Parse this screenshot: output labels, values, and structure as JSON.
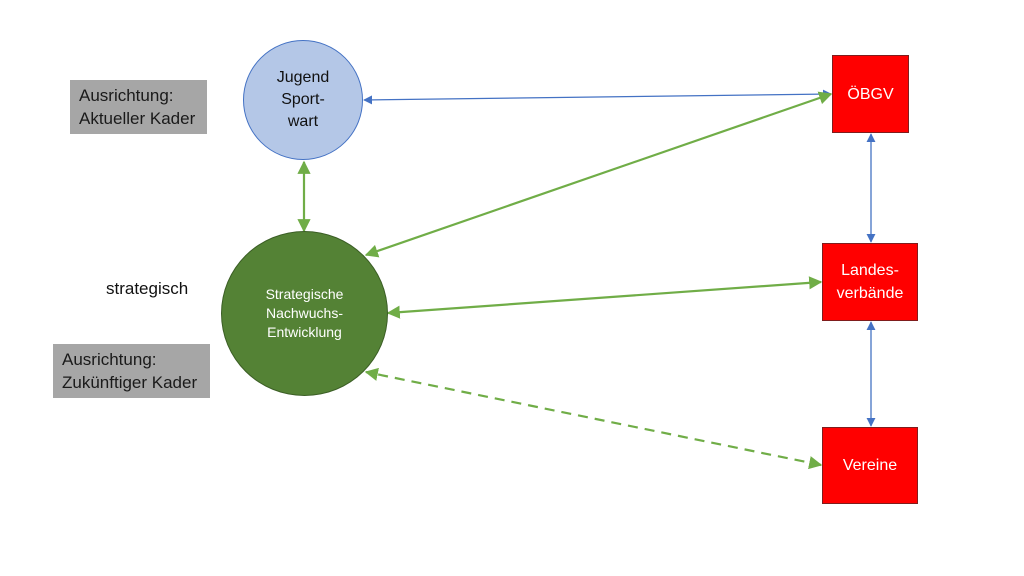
{
  "labels": {
    "aktuell": "Ausrichtung:\nAktueller Kader",
    "zukunft": "Ausrichtung:\nZukünftiger Kader",
    "strategisch": "strategisch"
  },
  "nodes": {
    "jugend": "Jugend\nSport-\nwart",
    "strategie": "Strategische\nNachwuchs-\nEntwicklung",
    "oebgv": "ÖBGV",
    "landes": "Landes-\nverbände",
    "vereine": "Vereine"
  },
  "colors": {
    "blue_line": "#4472c4",
    "green_line": "#70ad47",
    "red_box": "#ff0000",
    "green_circle": "#548235",
    "blue_circle": "#b4c7e7"
  }
}
